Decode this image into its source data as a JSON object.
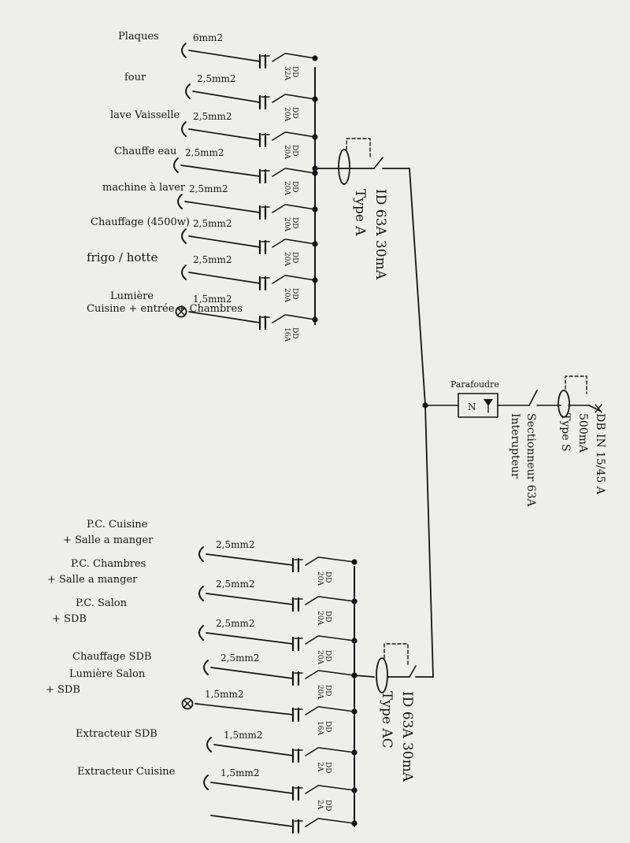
{
  "upper_group": {
    "circuits": [
      {
        "name": "Plaques",
        "section": "6mm2",
        "breaker_type": "DD",
        "breaker_rating": "32A",
        "load": "plug"
      },
      {
        "name": "four",
        "section": "2,5mm2",
        "breaker_type": "DD",
        "breaker_rating": "20A",
        "load": "plug"
      },
      {
        "name": "lave Vaisselle",
        "section": "2,5mm2",
        "breaker_type": "DD",
        "breaker_rating": "20A",
        "load": "socket"
      },
      {
        "name": "Chauffe eau",
        "section": "2,5mm2",
        "breaker_type": "DD",
        "breaker_rating": "20A",
        "load": "plug"
      },
      {
        "name": "machine à laver",
        "section": "2,5mm2",
        "breaker_type": "DD",
        "breaker_rating": "20A",
        "load": "plug"
      },
      {
        "name": "Chauffage (4500w)",
        "section": "2,5mm2",
        "breaker_type": "DD",
        "breaker_rating": "20A",
        "load": "plug"
      },
      {
        "name": "frigo / hotte",
        "section": "2,5mm2",
        "breaker_type": "DD",
        "breaker_rating": "20A",
        "load": "socket"
      },
      {
        "name": "Lumière\nCuisine + entrée + Chambres",
        "section": "1,5mm2",
        "breaker_type": "DD",
        "breaker_rating": "16A",
        "load": "lamp"
      }
    ],
    "rcd_line1": "ID 63A 30mA",
    "rcd_line2": "Type A"
  },
  "lower_group": {
    "circuits": [
      {
        "name": "P.C. Cuisine\n+ Salle a manger",
        "section": "2,5mm2",
        "breaker_type": "DD",
        "breaker_rating": "20A",
        "load": "socket"
      },
      {
        "name": "P.C. Chambres\n+ Salle a manger",
        "section": "2,5mm2",
        "breaker_type": "DD",
        "breaker_rating": "20A",
        "load": "socket"
      },
      {
        "name": "P.C. Salon\n+ SDB",
        "section": "2,5mm2",
        "breaker_type": "DD",
        "breaker_rating": "20A",
        "load": "socket"
      },
      {
        "name": "Chauffage SDB",
        "section": "2,5mm2",
        "breaker_type": "DD",
        "breaker_rating": "20A",
        "load": "plug"
      },
      {
        "name": "Lumière Salon\n+ SDB",
        "section": "1,5mm2",
        "breaker_type": "DD",
        "breaker_rating": "16A",
        "load": "lamp"
      },
      {
        "name": "Extracteur SDB",
        "section": "1,5mm2",
        "breaker_type": "DD",
        "breaker_rating": "2A",
        "load": "plug"
      },
      {
        "name": "Extracteur Cuisine",
        "section": "1,5mm2",
        "breaker_type": "DD",
        "breaker_rating": "2A",
        "load": "plug"
      },
      {
        "name": "",
        "section": "",
        "breaker_type": "",
        "breaker_rating": "",
        "load": "none"
      }
    ],
    "rcd_line1": "ID 63A 30mA",
    "rcd_line2": "Type AC"
  },
  "surge_protector": {
    "label": "Parafoudre",
    "symbol": "N"
  },
  "main_switch": {
    "line1": "Interupteur",
    "line2": "Sectionneur 63A"
  },
  "main_breaker": {
    "line1": "DB IN 15/45 A",
    "line2": "500mA",
    "line3": "Type S"
  }
}
